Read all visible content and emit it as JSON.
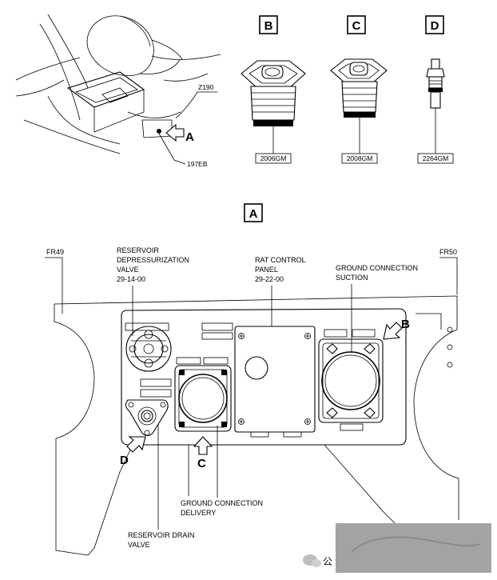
{
  "top_views": {
    "overview": {
      "zone_label": "Z190",
      "access_ref": "197EB",
      "arrow_letter": "A"
    },
    "boxes": [
      {
        "letter": "B",
        "part": "2006GM"
      },
      {
        "letter": "C",
        "part": "2008GM"
      },
      {
        "letter": "D",
        "part": "2264GM"
      }
    ]
  },
  "detail": {
    "title": "A",
    "frame_left": "FR49",
    "frame_right": "FR50",
    "labels": {
      "reservoir_depress": [
        "RESERVOIR",
        "DEPRESSURIZATION",
        "VALVE",
        "29-14-00"
      ],
      "rat_panel": [
        "RAT CONTROL",
        "PANEL",
        "29-22-00"
      ],
      "ground_suction": [
        "GROUND CONNECTION",
        "SUCTION"
      ],
      "ground_delivery": [
        "GROUND CONNECTION",
        "DELIVERY"
      ],
      "reservoir_drain": [
        "RESERVOIR DRAIN",
        "VALVE"
      ]
    },
    "callouts": {
      "b": "B",
      "c": "C",
      "d": "D"
    }
  },
  "watermark": {
    "text": "公"
  }
}
